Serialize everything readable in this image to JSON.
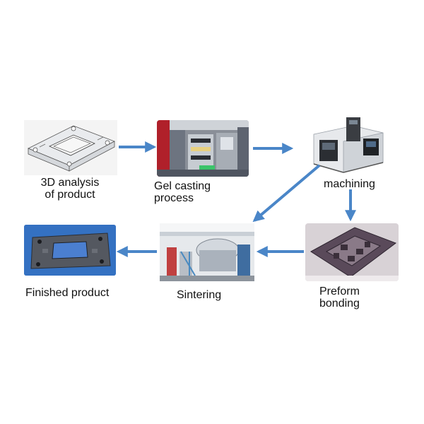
{
  "arrow_color": "#4a86c8",
  "steps": [
    {
      "lines": [
        "3D analysis",
        "of product"
      ]
    },
    {
      "lines": [
        "Gel casting",
        "process"
      ]
    },
    {
      "lines": [
        "machining"
      ]
    },
    {
      "lines": [
        "Preform",
        "bonding"
      ]
    },
    {
      "lines": [
        "Sintering"
      ]
    },
    {
      "lines": [
        "Finished product"
      ]
    }
  ]
}
